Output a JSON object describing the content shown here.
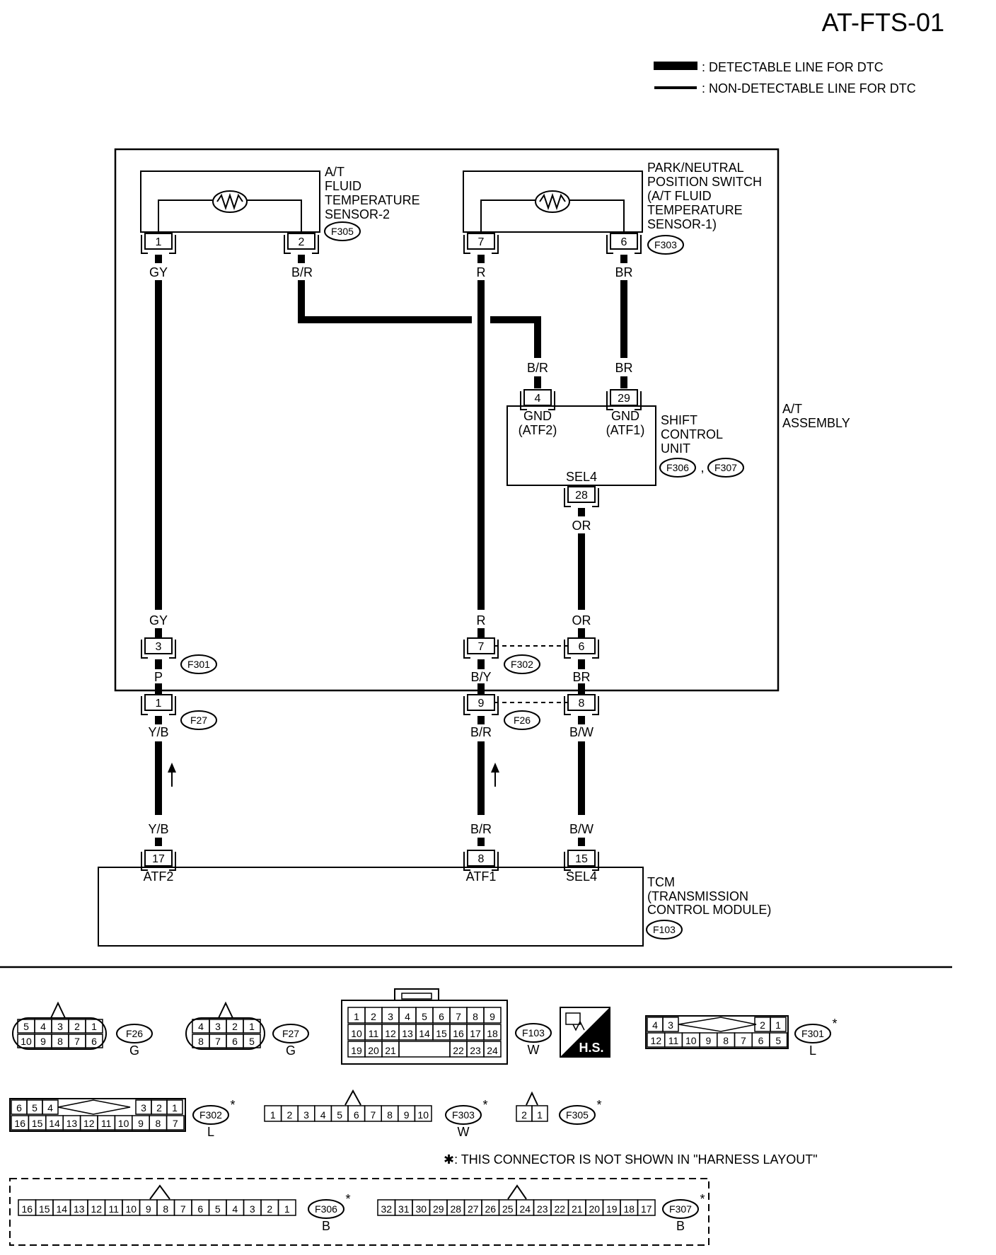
{
  "page_title": "AT-FTS-01",
  "legend": {
    "detectable": ": DETECTABLE LINE FOR DTC",
    "non_detectable": ": NON-DETECTABLE LINE FOR DTC"
  },
  "components": {
    "sensor2": {
      "lines": [
        "A/T",
        "FLUID",
        "TEMPERATURE",
        "SENSOR-2"
      ],
      "connector": "F305",
      "pins": [
        "1",
        "2"
      ]
    },
    "pnp_switch": {
      "lines": [
        "PARK/NEUTRAL",
        "POSITION SWITCH",
        "(A/T FLUID",
        " TEMPERATURE",
        " SENSOR-1)"
      ],
      "connector": "F303",
      "pins": [
        "7",
        "6"
      ]
    },
    "shift_control": {
      "lines": [
        "SHIFT",
        "CONTROL",
        "UNIT"
      ],
      "connectors": [
        "F306",
        "F307"
      ],
      "comma": ",",
      "pins": [
        "4",
        "29",
        "28"
      ],
      "terminals": [
        "GND",
        "(ATF2)",
        "GND",
        "(ATF1)",
        "SEL4"
      ]
    },
    "at_assembly": {
      "lines": [
        "A/T",
        "ASSEMBLY"
      ]
    },
    "tcm": {
      "lines": [
        "TCM",
        "(TRANSMISSION",
        " CONTROL MODULE)"
      ],
      "connector": "F103",
      "pins": [
        "17",
        "8",
        "15"
      ],
      "terminals": [
        "ATF2",
        "ATF1",
        "SEL4"
      ]
    },
    "joint_f301": {
      "connector": "F301",
      "pin": "3"
    },
    "joint_f302": {
      "connector": "F302",
      "pins": [
        "7",
        "6"
      ]
    },
    "joint_f27": {
      "connector": "F27",
      "pin": "1"
    },
    "joint_f26": {
      "connector": "F26",
      "pins": [
        "9",
        "8"
      ]
    }
  },
  "wire_colors": {
    "gy": "GY",
    "br_slash": "B/R",
    "r": "R",
    "br": "BR",
    "or": "OR",
    "p": "P",
    "by": "B/Y",
    "yb": "Y/B",
    "bw": "B/W"
  },
  "connector_views": [
    {
      "id": "F26",
      "color": "G",
      "rows": [
        [
          "5",
          "4",
          "3",
          "2",
          "1"
        ],
        [
          "10",
          "9",
          "8",
          "7",
          "6"
        ]
      ]
    },
    {
      "id": "F27",
      "color": "G",
      "rows": [
        [
          "4",
          "3",
          "2",
          "1"
        ],
        [
          "8",
          "7",
          "6",
          "5"
        ]
      ]
    },
    {
      "id": "F103",
      "color": "W",
      "rows": [
        [
          "1",
          "2",
          "3",
          "4",
          "5",
          "6",
          "7",
          "8",
          "9"
        ],
        [
          "10",
          "11",
          "12",
          "13",
          "14",
          "15",
          "16",
          "17",
          "18"
        ],
        [
          "19",
          "20",
          "21",
          "22",
          "23",
          "24"
        ]
      ]
    },
    {
      "id": "F301",
      "color": "L",
      "star": "*",
      "rows": [
        [
          "4",
          "3",
          "2",
          "1"
        ],
        [
          "12",
          "11",
          "10",
          "9",
          "8",
          "7",
          "6",
          "5"
        ]
      ]
    },
    {
      "id": "F302",
      "color": "L",
      "star": "*",
      "rows": [
        [
          "6",
          "5",
          "4",
          "3",
          "2",
          "1"
        ],
        [
          "16",
          "15",
          "14",
          "13",
          "12",
          "11",
          "10",
          "9",
          "8",
          "7"
        ]
      ]
    },
    {
      "id": "F303",
      "color": "W",
      "star": "*",
      "rows": [
        [
          "1",
          "2",
          "3",
          "4",
          "5",
          "6",
          "7",
          "8",
          "9",
          "10"
        ]
      ]
    },
    {
      "id": "F305",
      "star": "*",
      "rows": [
        [
          "2",
          "1"
        ]
      ]
    },
    {
      "id": "F306",
      "color": "B",
      "star": "*",
      "rows": [
        [
          "16",
          "15",
          "14",
          "13",
          "12",
          "11",
          "10",
          "9",
          "8",
          "7",
          "6",
          "5",
          "4",
          "3",
          "2",
          "1"
        ]
      ]
    },
    {
      "id": "F307",
      "color": "B",
      "star": "*",
      "rows": [
        [
          "32",
          "31",
          "30",
          "29",
          "28",
          "27",
          "26",
          "25",
          "24",
          "23",
          "22",
          "21",
          "20",
          "19",
          "18",
          "17"
        ]
      ]
    }
  ],
  "hs_label": "H.S.",
  "footnote": "✱: THIS CONNECTOR IS NOT SHOWN IN \"HARNESS LAYOUT\""
}
